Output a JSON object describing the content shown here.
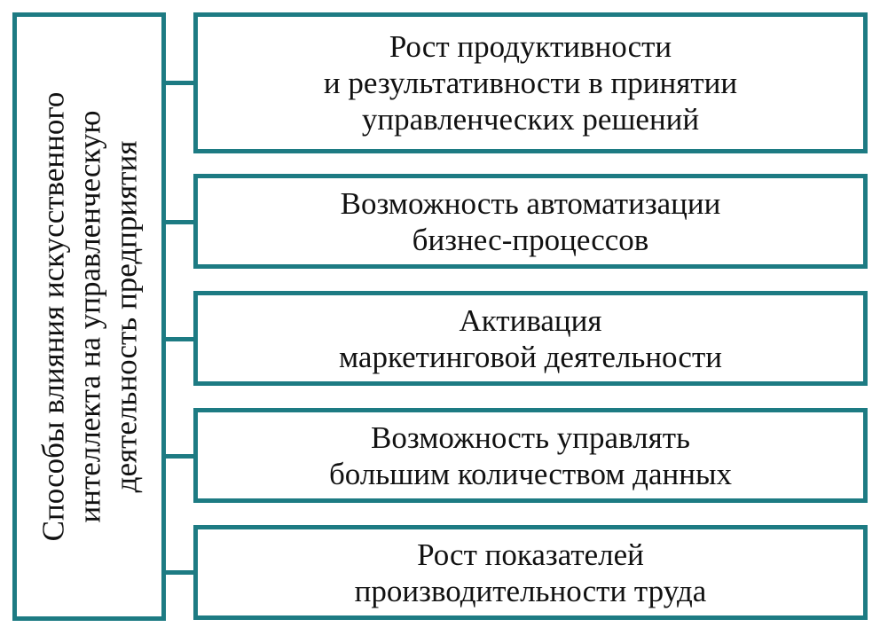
{
  "diagram": {
    "root": {
      "lines": [
        "Способы влияния искусственного",
        "интеллекта на управленческую",
        "деятельность предприятия"
      ]
    },
    "items": [
      {
        "lines": [
          "Рост продуктивности",
          "и результативности в принятии",
          "управленческих решений"
        ]
      },
      {
        "lines": [
          "Возможность автоматизации",
          "бизнес-процессов"
        ]
      },
      {
        "lines": [
          "Активация",
          "маркетинговой деятельности"
        ]
      },
      {
        "lines": [
          "Возможность управлять",
          "большим количеством данных"
        ]
      },
      {
        "lines": [
          "Рост показателей",
          "производительности труда"
        ]
      }
    ],
    "colors": {
      "border": "#1d7b83",
      "text": "#111111",
      "background": "#ffffff"
    }
  }
}
